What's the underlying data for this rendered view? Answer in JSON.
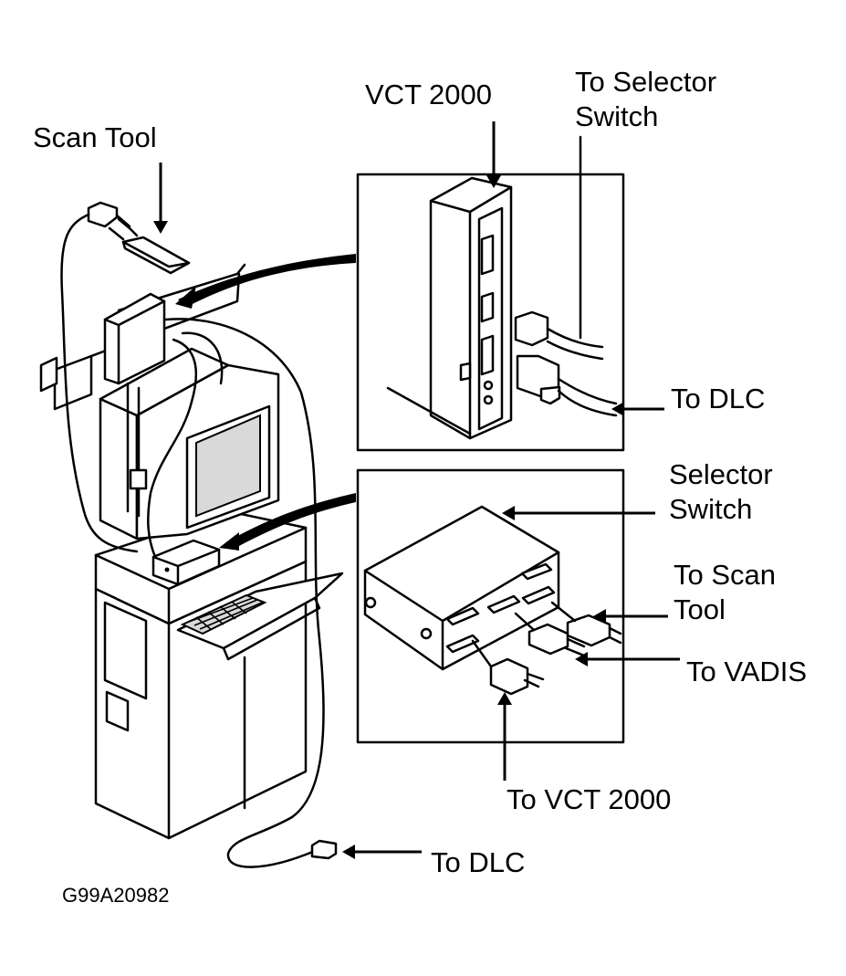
{
  "labels": {
    "vct2000": "VCT 2000",
    "to_selector_switch_l1": "To Selector",
    "to_selector_switch_l2": "Switch",
    "scan_tool": "Scan Tool",
    "to_dlc_top": "To DLC",
    "selector_switch_l1": "Selector",
    "selector_switch_l2": "Switch",
    "to_scan_tool_l1": "To Scan",
    "to_scan_tool_l2": "Tool",
    "to_vadis": "To VADIS",
    "to_vct2000": "To VCT 2000",
    "to_dlc_bottom": "To DLC",
    "figure_code": "G99A20982"
  },
  "colors": {
    "ink": "#000000",
    "paper": "#ffffff",
    "screen_shade": "#d9d9d9"
  }
}
